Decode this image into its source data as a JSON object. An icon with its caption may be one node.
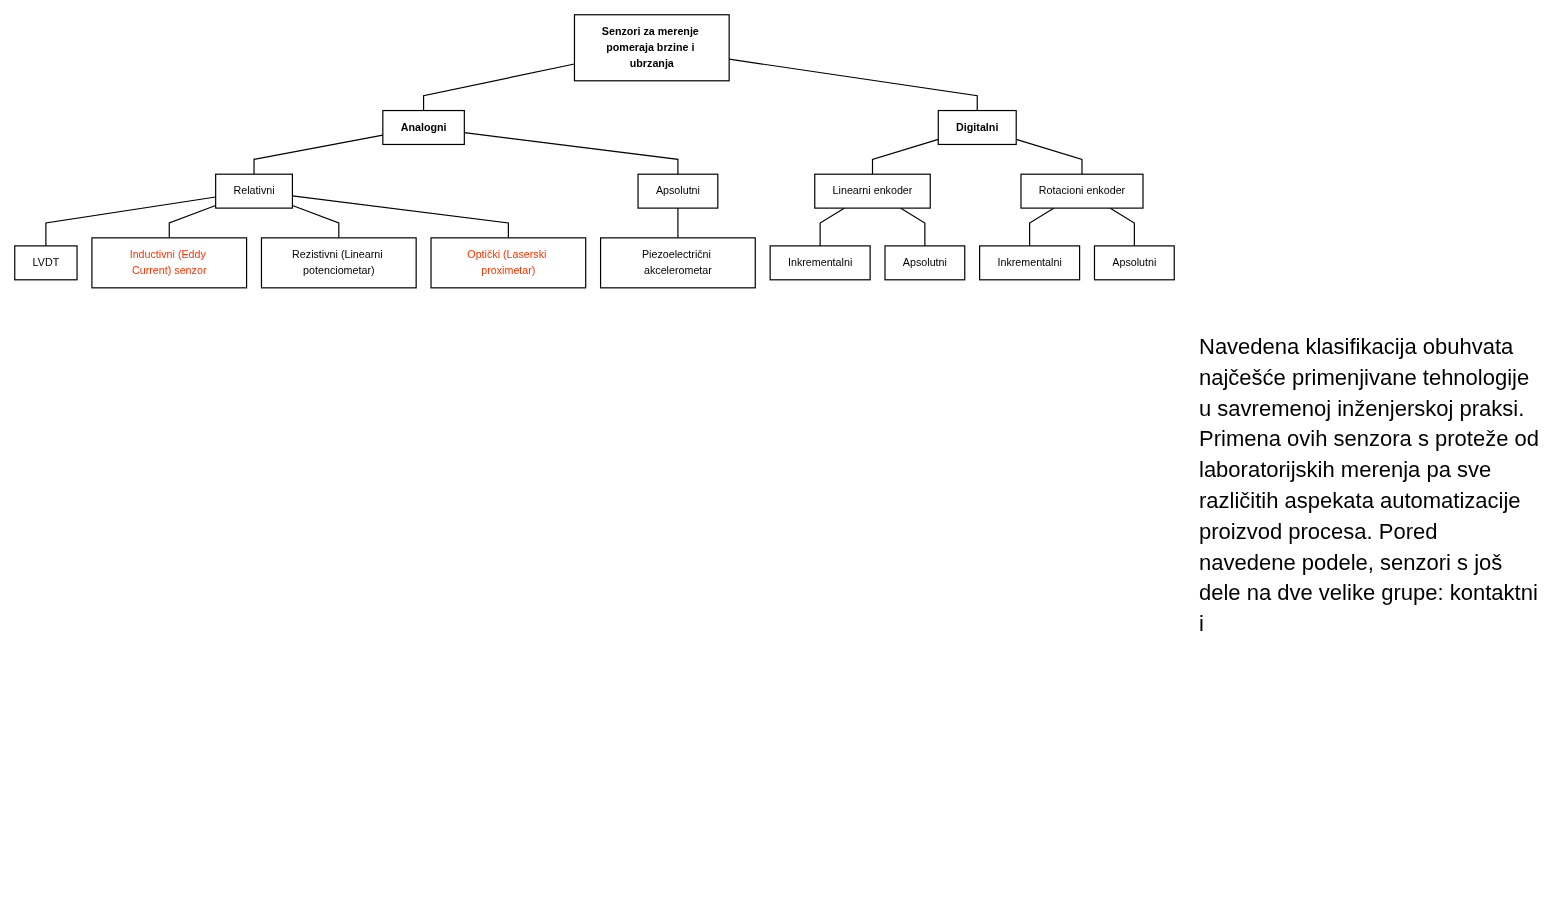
{
  "diagram": {
    "nodes": [
      {
        "text": [
          "Senzori za merenje pomeraja brzine i ubrzanja"
        ]
      },
      {
        "text": [
          "Analogni"
        ]
      },
      {
        "text": [
          "Digitalni"
        ]
      },
      {
        "text": [
          "Relativni"
        ]
      },
      {
        "text": [
          "Apsolutni"
        ]
      },
      {
        "text": [
          "Piezoelectrični akcelerometar"
        ]
      },
      {
        "text": [
          "Linearni enkoder"
        ]
      },
      {
        "text": [
          "Rotacioni enkoder"
        ]
      },
      {
        "text": [
          "Inkrementalni"
        ]
      },
      {
        "text": [
          "Apsolutni"
        ]
      },
      {
        "text": [
          "Inkrementalni"
        ]
      },
      {
        "text": [
          "Apsolutni"
        ]
      },
      {
        "text": [
          "LVDT"
        ]
      },
      {
        "text": [
          "Inductivni (Eddy Current) senzor"
        ]
      },
      {
        "text": [
          "Rezistivni (Linearni potenciometar)"
        ]
      },
      {
        "text": [
          "Optički (Laserski proximetar)"
        ]
      }
    ],
    "edges": [
      {
        "from": 0,
        "to": 1,
        "arrow": "none"
      },
      {
        "from": 0,
        "to": 2,
        "arrow": "none"
      },
      {
        "from": 1,
        "to": 3,
        "arrow": "none"
      },
      {
        "from": 1,
        "to": 4,
        "arrow": "none"
      },
      {
        "from": 4,
        "to": 5,
        "arrow": "none"
      },
      {
        "from": 2,
        "to": 6,
        "arrow": "none"
      },
      {
        "from": 2,
        "to": 7,
        "arrow": "none"
      },
      {
        "from": 6,
        "to": 8,
        "arrow": "none"
      },
      {
        "from": 6,
        "to": 9,
        "arrow": "none"
      },
      {
        "from": 7,
        "to": 10,
        "arrow": "none"
      },
      {
        "from": 7,
        "to": 11,
        "arrow": "none"
      },
      {
        "from": 3,
        "to": 12,
        "arrow": "none"
      },
      {
        "from": 3,
        "to": 13,
        "arrow": "none"
      },
      {
        "from": 3,
        "to": 14,
        "arrow": "none"
      },
      {
        "from": 3,
        "to": 15,
        "arrow": "none"
      }
    ],
    "labels": [
      "Navedena klasifikacija obuhvata najčešće primenjivane tehnologije u savremenoj inženjerskoj praksi. Primena ovih senzora s proteže od laboratorijskih merenja pa sve različitih aspekata automatizacije proizvod procesa. Pored navedene podele, senzori s još dele na dve velike grupe: kontaktni i"
    ]
  }
}
